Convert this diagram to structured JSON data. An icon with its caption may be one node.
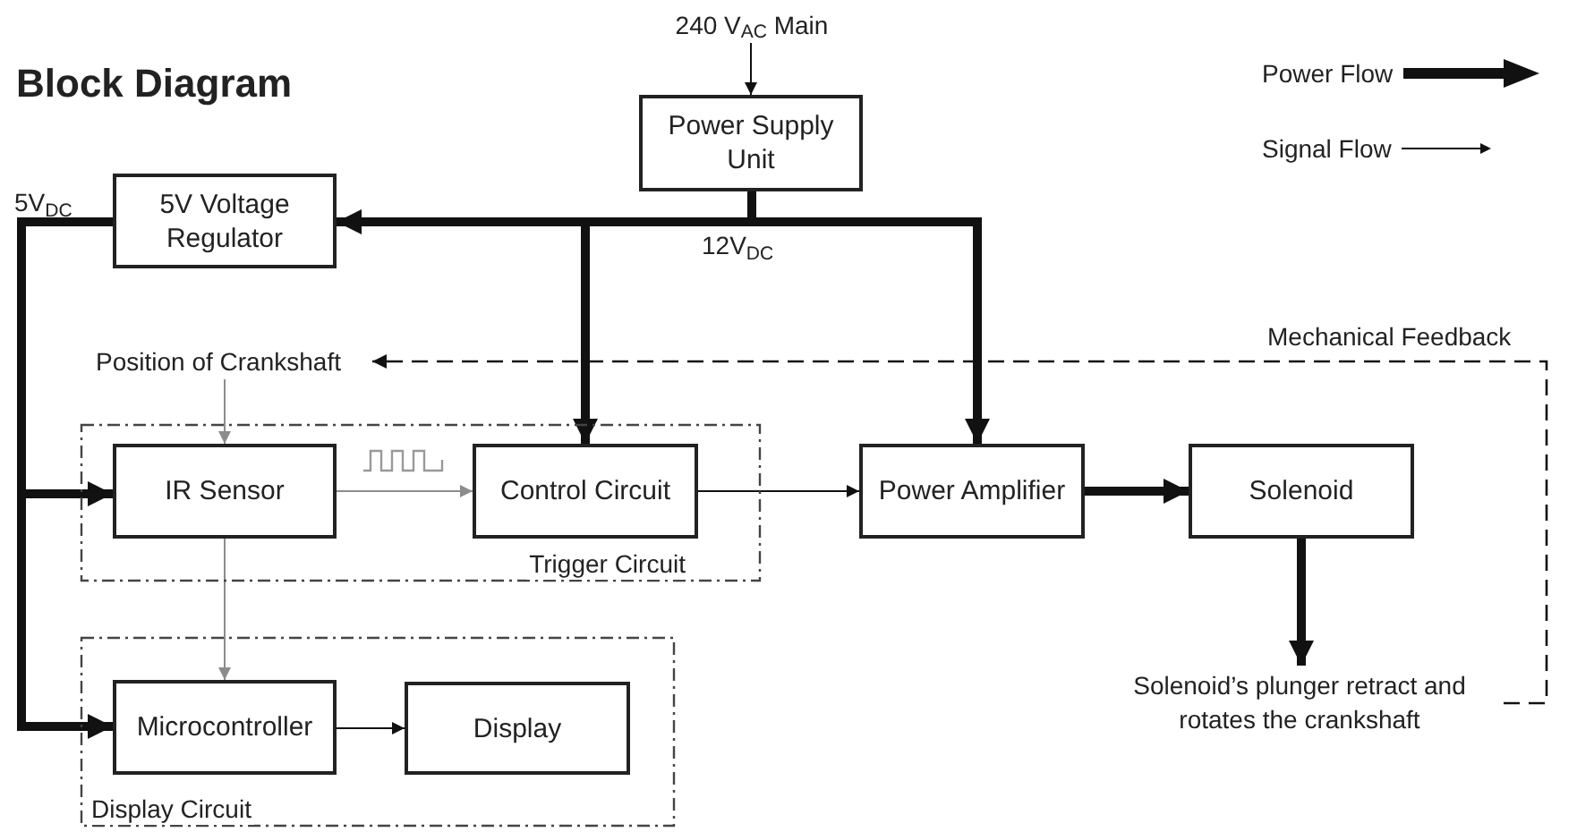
{
  "diagram": {
    "title": "Block Diagram",
    "nodes": [
      {
        "text": [
          "240 V$_{AC}$ Main"
        ]
      },
      {
        "text": [
          "Power Supply Unit"
        ]
      },
      {
        "text": [
          "5V Voltage Regulator"
        ]
      },
      {
        "text": [
          "Position of Crankshaft"
        ]
      },
      {
        "text": [
          "Trigger Circuit"
        ]
      },
      {
        "text": [
          "IR Sensor"
        ],
        "in": 4
      },
      {
        "text": [
          "Control Circuit"
        ],
        "in": 4
      },
      {
        "text": [
          "Power Amplifier"
        ]
      },
      {
        "text": [
          "Solenoid"
        ]
      },
      {
        "text": [
          "Display Circuit"
        ]
      },
      {
        "text": [
          "Microcontroller"
        ],
        "in": 9
      },
      {
        "text": [
          "Display"
        ],
        "in": 9
      },
      {
        "text": [
          "Solenoid’s plunger retract and rotates the crankshaft"
        ]
      }
    ],
    "edges": [
      {
        "from": 0,
        "to": 1,
        "arrow": "to"
      },
      {
        "from": 1,
        "to": 2,
        "arrow": "to",
        "style": "thick"
      },
      {
        "from": 1,
        "to": 6,
        "arrow": "to",
        "style": "thick"
      },
      {
        "from": 1,
        "to": 7,
        "arrow": "to",
        "style": "thick"
      },
      {
        "from": 2,
        "to": 5,
        "arrow": "to",
        "style": "thick"
      },
      {
        "from": 2,
        "to": 10,
        "arrow": "to",
        "style": "thick"
      },
      {
        "from": 3,
        "to": 5,
        "arrow": "to",
        "color": "#8c8c8c"
      },
      {
        "from": 5,
        "to": 6,
        "arrow": "to",
        "color": "#8c8c8c"
      },
      {
        "from": 6,
        "to": 7,
        "arrow": "to"
      },
      {
        "from": 7,
        "to": 8,
        "arrow": "to",
        "style": "thick"
      },
      {
        "from": 8,
        "to": 12,
        "arrow": "to",
        "style": "thick"
      },
      {
        "from": 12,
        "to": 3,
        "arrow": "to",
        "style": "dashed",
        "label": "Mechanical Feedback"
      },
      {
        "from": 5,
        "to": 10,
        "arrow": "to",
        "color": "#8c8c8c"
      },
      {
        "from": 10,
        "to": 11,
        "arrow": "to"
      }
    ],
    "labels": [
      "12V$_{DC}$",
      "5V$_{DC}$"
    ],
    "legend": [
      {
        "text": "Power Flow"
      },
      {
        "text": "Signal Flow"
      }
    ]
  }
}
